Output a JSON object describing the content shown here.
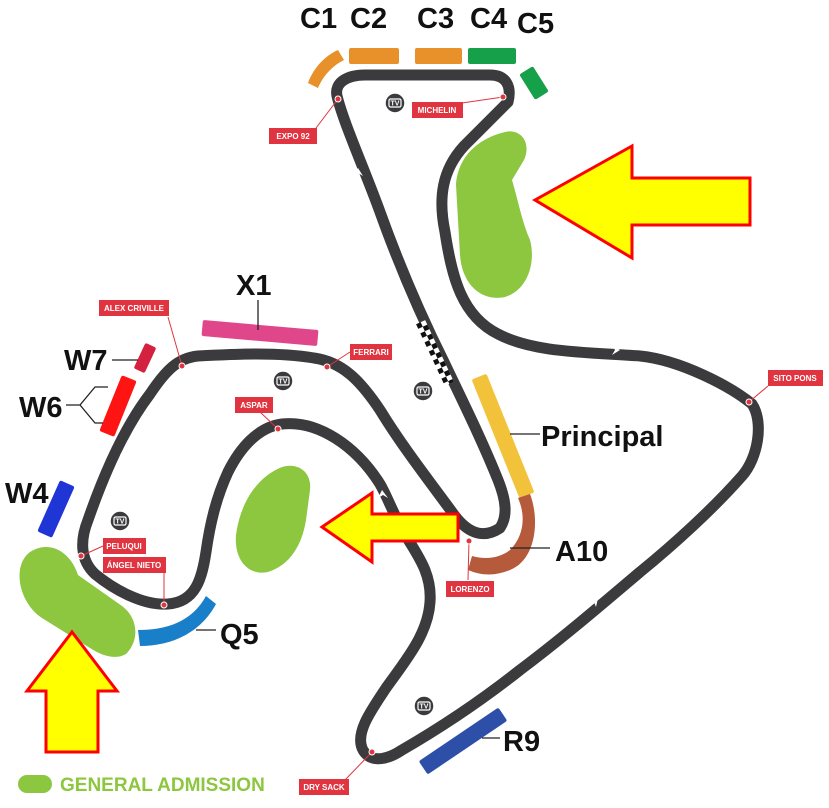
{
  "colors": {
    "track": "#3b3b3d",
    "general_admission": "#8dc63f",
    "arrow_fill": "#ffff00",
    "arrow_stroke": "#ff0000",
    "corner_label": "#e03540",
    "tv_badge": "#3b3b3d"
  },
  "stands": {
    "c1": {
      "label": "C1",
      "color": "#e8902a"
    },
    "c2": {
      "label": "C2",
      "color": "#e8902a"
    },
    "c3": {
      "label": "C3",
      "color": "#e8902a"
    },
    "c4": {
      "label": "C4",
      "color": "#17a04a"
    },
    "c5": {
      "label": "C5",
      "color": "#17a04a"
    },
    "x1": {
      "label": "X1",
      "color": "#e0478a"
    },
    "w7": {
      "label": "W7",
      "color": "#d3213f"
    },
    "w6": {
      "label": "W6",
      "color": "#ff1414"
    },
    "w4": {
      "label": "W4",
      "color": "#1f35d6"
    },
    "principal": {
      "label": "Principal",
      "color": "#f2c23a"
    },
    "a10": {
      "label": "A10",
      "color": "#b55a3a"
    },
    "q5": {
      "label": "Q5",
      "color": "#1a7fc9"
    },
    "r9": {
      "label": "R9",
      "color": "#2e4fa8"
    }
  },
  "corners": {
    "expo92": "EXPO 92",
    "michelin": "MICHELIN",
    "alex_criville": "ALEX CRIVILLE",
    "ferrari": "FERRARI",
    "aspar": "ASPAR",
    "sito_pons": "SITO PONS",
    "peluqui": "PELUQUI",
    "angel_nieto": "ÁNGEL NIETO",
    "lorenzo": "LORENZO",
    "dry_sack": "DRY SACK"
  },
  "tv_badge_label": "TV",
  "legend": {
    "general_admission": "GENERAL ADMISSION"
  }
}
